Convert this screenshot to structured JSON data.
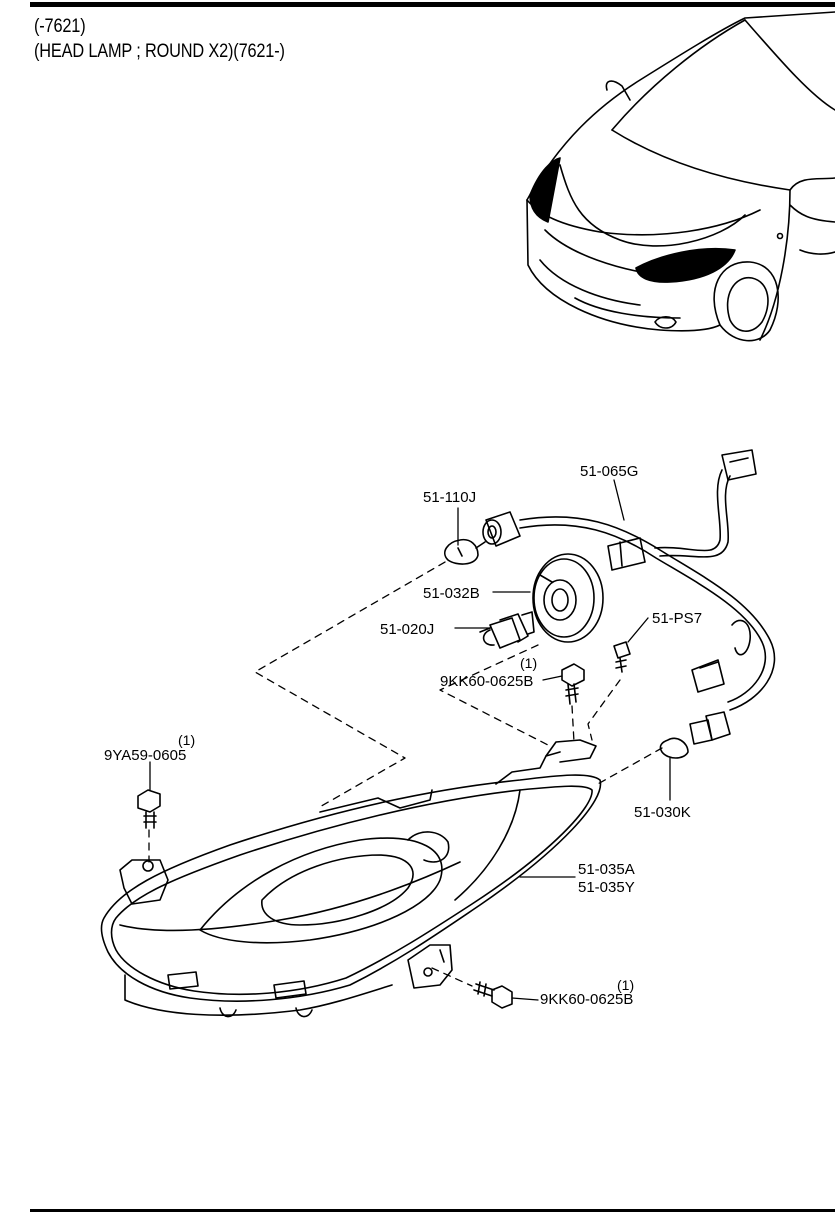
{
  "header": {
    "line1": "(-7621)",
    "line2": "(HEAD LAMP ; ROUND X2)(7621-)"
  },
  "callouts": {
    "p_51_065G": "51-065G",
    "p_51_110J": "51-110J",
    "p_51_032B": "51-032B",
    "p_51_020J": "51-020J",
    "p_51_PS7": "51-PS7",
    "p_9KK60_0625B_upper": "9KK60-0625B",
    "p_9KK60_0625B_upper_qty": "(1)",
    "p_9YA59_0605": "9YA59-0605",
    "p_9YA59_0605_qty": "(1)",
    "p_51_030K": "51-030K",
    "p_51_035A": "51-035A",
    "p_51_035Y": "51-035Y",
    "p_9KK60_0625B_lower": "9KK60-0625B",
    "p_9KK60_0625B_lower_qty": "(1)"
  }
}
